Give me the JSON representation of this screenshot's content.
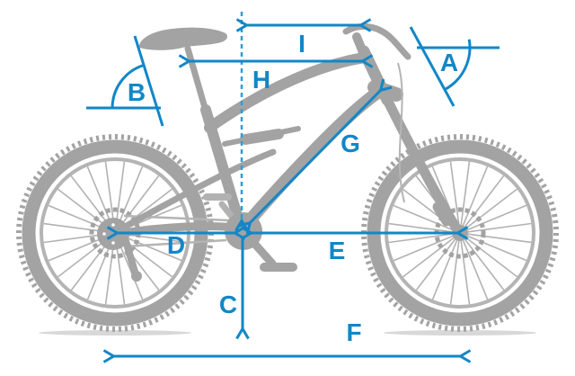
{
  "figure": {
    "kind": "bike-geometry-diagram"
  },
  "labels": {
    "A": "A",
    "B": "B",
    "C": "C",
    "D": "D",
    "E": "E",
    "F": "F",
    "G": "G",
    "H": "H",
    "I": "I"
  },
  "colors": {
    "annotation_blue": "#1287c7",
    "guide_blue": "#2d9dd6",
    "bike_gray": "#a3a3a3",
    "bike_gray_light": "#b2b2b2",
    "detail_gray": "#b4b4b4",
    "shadow_gray": "#d8d8d8",
    "background": "#ffffff"
  }
}
